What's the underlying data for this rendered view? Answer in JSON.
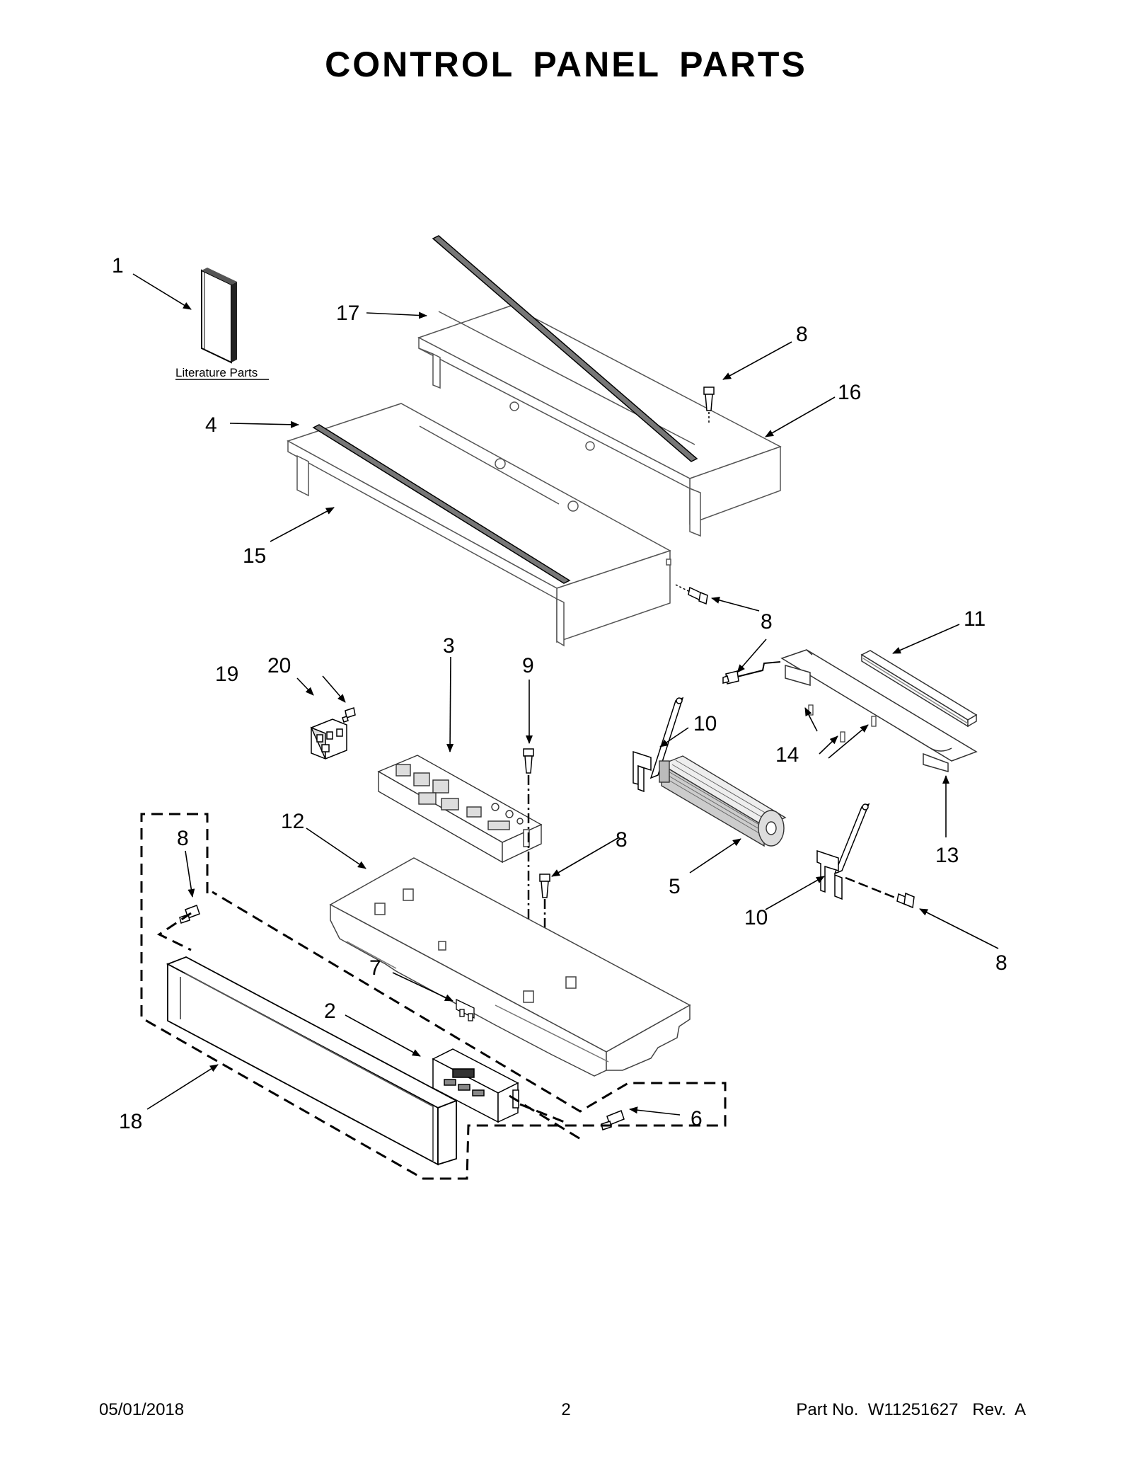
{
  "title": "CONTROL PANEL PARTS",
  "literature_label": "Literature Parts",
  "callouts": {
    "c1": "1",
    "c17": "17",
    "c8a": "8",
    "c16": "16",
    "c4": "4",
    "c15": "15",
    "c8b": "8",
    "c11": "11",
    "c3": "3",
    "c9": "9",
    "c19": "19",
    "c20": "20",
    "c8c": "8",
    "c10a": "10",
    "c14": "14",
    "c13": "13",
    "c12": "12",
    "c8d": "8",
    "c8e": "8",
    "c5": "5",
    "c10b": "10",
    "c8f": "8",
    "c7": "7",
    "c2": "2",
    "c6": "6",
    "c18": "18"
  },
  "footer": {
    "date": "05/01/2018",
    "page": "2",
    "part": "Part No.  W11251627   Rev.  A"
  }
}
